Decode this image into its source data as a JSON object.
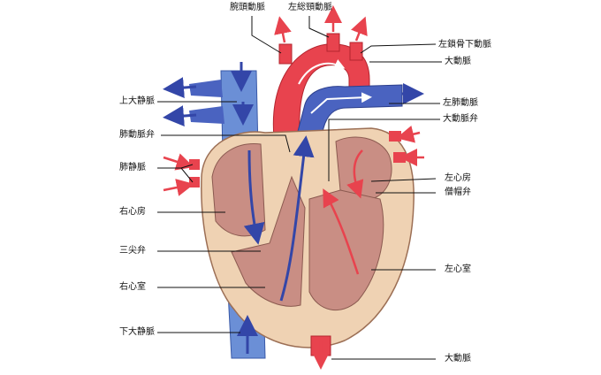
{
  "labels": {
    "brachiocephalic_artery": "腕頭動脈",
    "left_common_carotid": "左総頸動脈",
    "left_subclavian": "左鎖骨下動脈",
    "aorta_top": "大動脈",
    "superior_vena_cava": "上大静脈",
    "left_pulmonary_artery": "左肺動脈",
    "aortic_valve": "大動脈弁",
    "pulmonary_valve": "肺動脈弁",
    "pulmonary_veins": "肺静脈",
    "left_atrium": "左心房",
    "mitral_valve": "僧帽弁",
    "right_atrium": "右心房",
    "tricuspid_valve": "三尖弁",
    "left_ventricle": "左心室",
    "right_ventricle": "右心室",
    "inferior_vena_cava": "下大静脈",
    "aorta_bottom": "大動脈"
  },
  "colors": {
    "oxygenated": "#e8434e",
    "deoxygenated": "#3f5bb5",
    "arrow_blue": "#3346a8",
    "heart_wall": "#efd2b3",
    "chamber": "#c98e84"
  }
}
